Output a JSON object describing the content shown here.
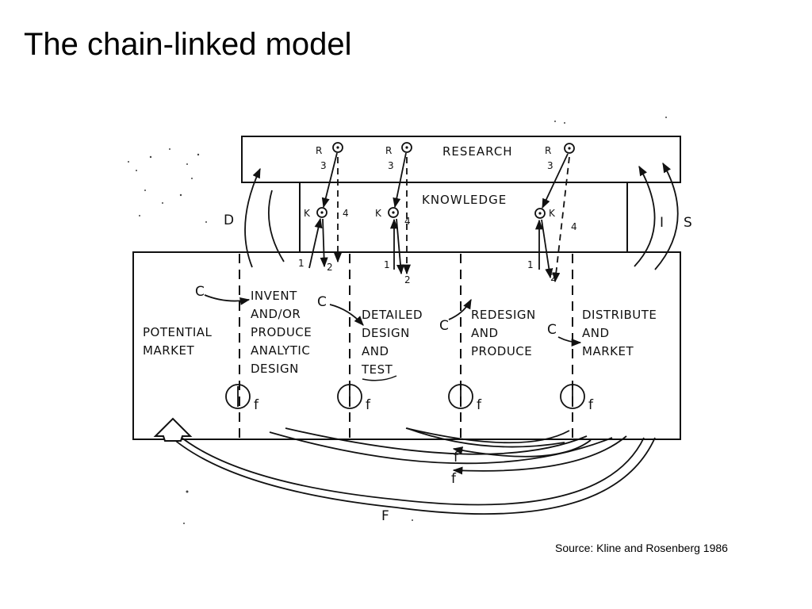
{
  "slide": {
    "title": "The chain-linked model",
    "source": "Source: Kline and Rosenberg 1986"
  },
  "diagram": {
    "boxes": {
      "research": "RESEARCH",
      "knowledge": "KNOWLEDGE",
      "potential_market": [
        "POTENTIAL",
        "MARKET"
      ]
    },
    "stages": [
      [
        "INVENT",
        "AND/OR",
        "PRODUCE",
        "ANALYTIC",
        "DESIGN"
      ],
      [
        "DETAILED",
        "DESIGN",
        "AND",
        "TEST"
      ],
      [
        "REDESIGN",
        "AND",
        "PRODUCE"
      ],
      [
        "DISTRIBUTE",
        "AND",
        "MARKET"
      ]
    ],
    "link_labels": {
      "r": "R",
      "k": "K",
      "three": "3",
      "four": "4",
      "one": "1",
      "two": "2",
      "c": "C",
      "f": "f",
      "big_f": "F",
      "d": "D",
      "i": "I",
      "s": "S"
    }
  }
}
